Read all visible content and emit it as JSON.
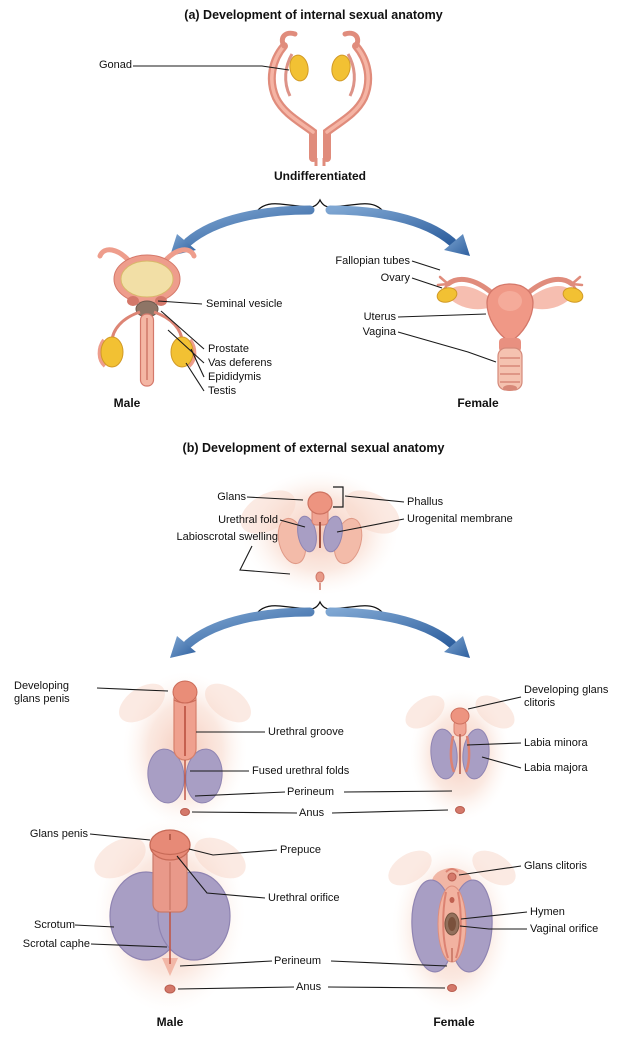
{
  "colors": {
    "duct_pink": "#E08C7C",
    "light_pink": "#F4B6A4",
    "halo_pink": "#F6CBBC",
    "gonad_yellow": "#F2C133",
    "swelling_purple": "#A89EC4",
    "arrow_blue": "#3E6FA8",
    "raphe_red": "#C05848",
    "hymen_brown": "#93705C"
  },
  "panel_a": {
    "title": "(a) Development of internal sexual anatomy",
    "gonad_label": "Gonad",
    "undifferentiated_caption": "Undifferentiated",
    "male_caption": "Male",
    "female_caption": "Female",
    "male_labels": {
      "seminal_vesicle": "Seminal vesicle",
      "prostate": "Prostate",
      "vas_deferens": "Vas deferens",
      "epididymis": "Epididymis",
      "testis": "Testis"
    },
    "female_labels": {
      "fallopian_tubes": "Fallopian tubes",
      "ovary": "Ovary",
      "uterus": "Uterus",
      "vagina": "Vagina"
    }
  },
  "panel_b": {
    "title": "(b) Development of external sexual anatomy",
    "undifferentiated_labels": {
      "glans": "Glans",
      "urethral_fold": "Urethral fold",
      "labioscrotal_swelling": "Labioscrotal swelling",
      "phallus": "Phallus",
      "urogenital_membrane": "Urogenital membrane"
    },
    "developing_labels": {
      "developing_glans_penis": "Developing glans penis",
      "urethral_groove": "Urethral groove",
      "fused_urethral_folds": "Fused urethral folds",
      "perineum": "Perineum",
      "anus": "Anus",
      "developing_glans_clitoris": "Developing glans clitoris",
      "labia_minora": "Labia minora",
      "labia_majora": "Labia majora"
    },
    "final_labels": {
      "glans_penis": "Glans penis",
      "prepuce": "Prepuce",
      "urethral_orifice": "Urethral orifice",
      "scrotum": "Scrotum",
      "scrotal_caphe": "Scrotal caphe",
      "perineum": "Perineum",
      "anus": "Anus",
      "glans_clitoris": "Glans clitoris",
      "hymen": "Hymen",
      "vaginal_orifice": "Vaginal orifice"
    },
    "male_caption": "Male",
    "female_caption": "Female"
  }
}
